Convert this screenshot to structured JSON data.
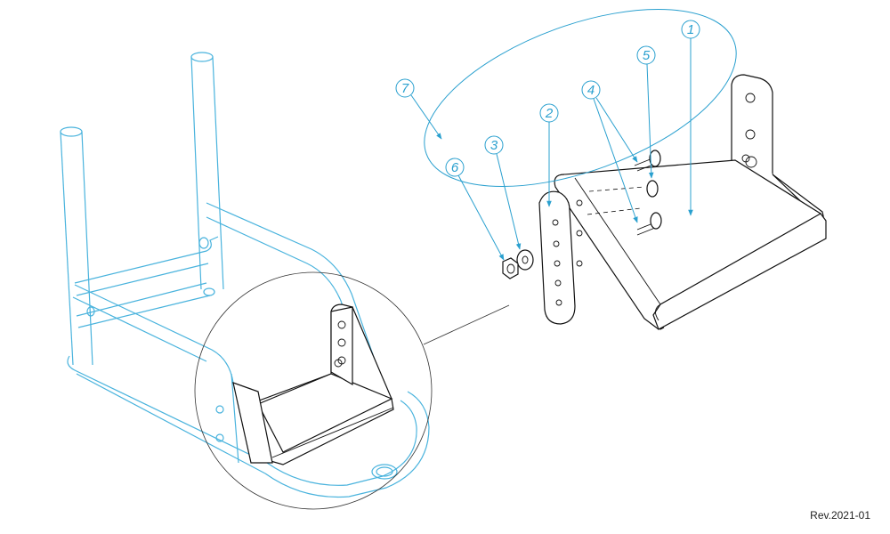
{
  "drawing": {
    "revision": "Rev.2021-01",
    "callouts": [
      {
        "id": "1",
        "label": "1"
      },
      {
        "id": "2",
        "label": "2"
      },
      {
        "id": "3",
        "label": "3"
      },
      {
        "id": "4",
        "label": "4"
      },
      {
        "id": "5",
        "label": "5"
      },
      {
        "id": "6",
        "label": "6"
      },
      {
        "id": "7",
        "label": "7"
      }
    ]
  },
  "colors": {
    "frame_line": "#49b3dd",
    "callout": "#2aa0cf",
    "part_line": "#111111"
  }
}
